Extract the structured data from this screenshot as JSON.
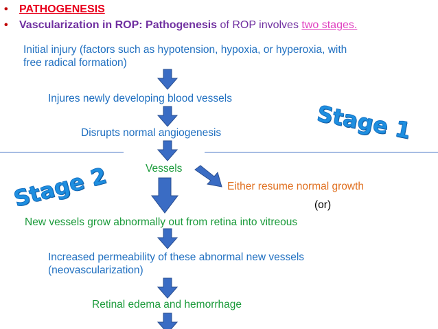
{
  "bullets": {
    "bullet_char": "•",
    "line1": "PATHOGENESIS",
    "line2_part1": "Vascularization in ROP: Pathogenesis",
    "line2_part2": " of ROP involves ",
    "line2_part3": "two stages."
  },
  "flow": {
    "step1_line1": "Initial injury (factors such as hypotension, hypoxia, or hyperoxia, with",
    "step1_line2": "free radical formation)",
    "step2": "Injures newly developing blood vessels",
    "step3": "Disrupts normal angiogenesis",
    "step4": "Vessels",
    "branch_a": "Either resume normal growth",
    "branch_or": "(or)",
    "step5": "New vessels grow abnormally out from retina into vitreous",
    "step6_line1": "Increased permeability of these abnormal new vessels",
    "step6_line2": "(neovascularization)",
    "step7": "Retinal edema and hemorrhage"
  },
  "stages": {
    "stage1": "Stage 1",
    "stage2": "Stage 2"
  },
  "colors": {
    "bullet_red": "#e8001c",
    "heading_purple": "#7030a0",
    "link_pink": "#e040c0",
    "step_blue": "#1f6fc0",
    "step_green": "#1a9a3a",
    "branch_orange": "#e07020",
    "arrow_blue": "#3a6cc4",
    "stage_blue": "#1e8fe0"
  }
}
